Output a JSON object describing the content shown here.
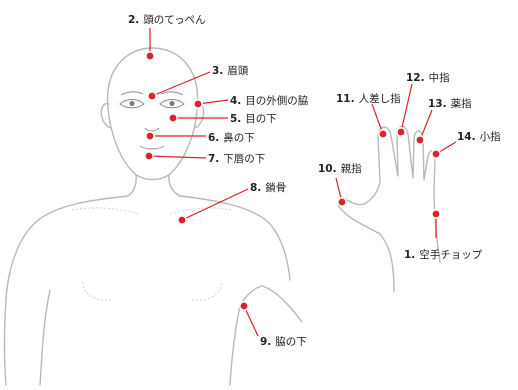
{
  "colors": {
    "accent": "#e0202a",
    "outline": "#b9b9b9"
  },
  "points": [
    {
      "num": "1.",
      "label": "空手チョップ"
    },
    {
      "num": "2.",
      "label": "頭のてっぺん"
    },
    {
      "num": "3.",
      "label": "眉頭"
    },
    {
      "num": "4.",
      "label": "目の外側の脇"
    },
    {
      "num": "5.",
      "label": "目の下"
    },
    {
      "num": "6.",
      "label": "鼻の下"
    },
    {
      "num": "7.",
      "label": "下唇の下"
    },
    {
      "num": "8.",
      "label": "鎖骨"
    },
    {
      "num": "9.",
      "label": "脇の下"
    },
    {
      "num": "10.",
      "label": "親指"
    },
    {
      "num": "11.",
      "label": "人差し指"
    },
    {
      "num": "12.",
      "label": "中指"
    },
    {
      "num": "13.",
      "label": "薬指"
    },
    {
      "num": "14.",
      "label": "小指"
    }
  ]
}
